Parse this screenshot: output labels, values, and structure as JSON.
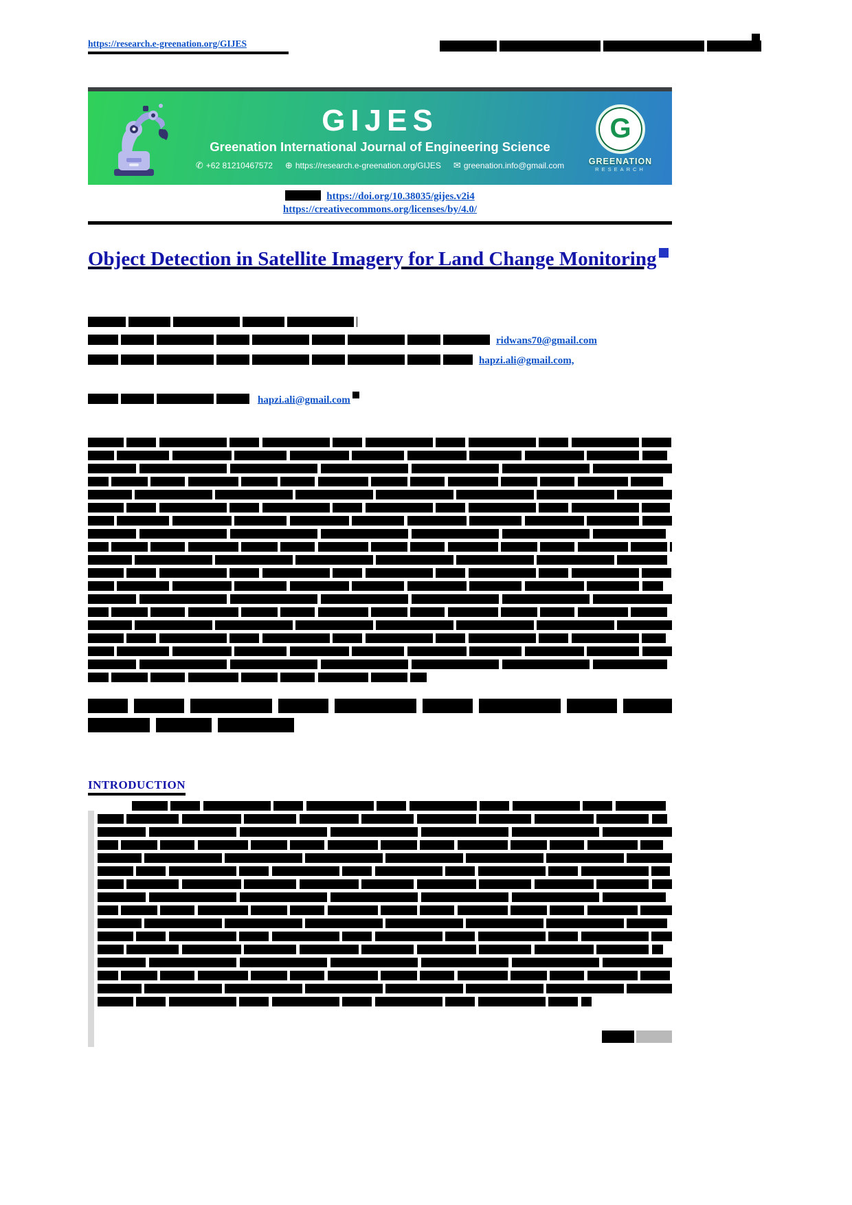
{
  "page": {
    "top_left_link": "https://research.e-greenation.org/GIJES"
  },
  "banner": {
    "acronym": "GIJES",
    "journal_name": "Greenation International Journal of Engineering Science",
    "phone": "+62 81210467572",
    "website": "https://research.e-greenation.org/GIJES",
    "email": "greenation.info@gmail.com",
    "icons": {
      "phone": "✆",
      "globe": "⊕",
      "mail": "✉"
    },
    "logo": {
      "org": "GREENATION",
      "sub": "RESEARCH",
      "letter": "G"
    },
    "colors": {
      "gradient_left": "#30d15a",
      "gradient_mid": "#2bb489",
      "gradient_right": "#2d7fc9"
    }
  },
  "links": {
    "doi": "https://doi.org/10.38035/gijes.v2i4",
    "license": "https://creativecommons.org/licenses/by/4.0/"
  },
  "article": {
    "title": "Object Detection in Satellite Imagery for Land Change Monitoring",
    "emails": {
      "author1": "ridwans70@gmail.com",
      "author2": "hapzi.ali@gmail.com,",
      "corresponding": "hapzi.ali@gmail.com"
    }
  },
  "sections": {
    "introduction": "INTRODUCTION"
  },
  "redacted": {
    "abstract_lines": 19,
    "intro_body_lines": 16
  },
  "colors": {
    "link_blue": "#0f52c7",
    "title_blue": "#1215a8"
  }
}
